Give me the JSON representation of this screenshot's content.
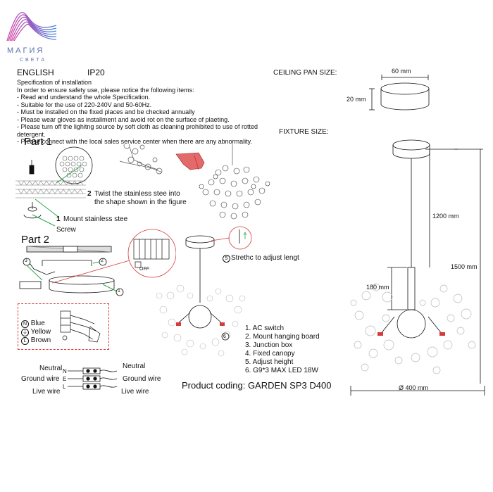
{
  "brand": {
    "name": "МАГИЯ",
    "sub": "СВЕТА"
  },
  "header": {
    "language": "ENGLISH",
    "rating": "IP20"
  },
  "spec": {
    "title": "Specification of installation",
    "intro": "In order to ensure safety use, please notice the following items:",
    "items": [
      "- Read and understand the whole Specification.",
      "- Suitable for the use of 220-240V and 50-60Hz.",
      "- Must be installed on the fixed places and be checked annually",
      "- Please wear gloves as installment and avoid rot on the surface of plaeting.",
      "- Please turn off the lighitng source by soft cloth as cleaning prohibited to use of rotted detergent.",
      "- Please connect with the local sales service center when there are any abnormality."
    ]
  },
  "part1": {
    "title": "Part 1",
    "step2": "Twist  the  stainless  stee  into",
    "step2b": "the shape shown in the figure",
    "step2num": "2",
    "step1": "Mount stainless stee",
    "step1num": "1",
    "screw": "Screw"
  },
  "part2": {
    "title": "Part 2",
    "off": "OFF",
    "callout3": "3",
    "callout2": "2",
    "callout1": "1",
    "callout5": "5",
    "callout6": "6",
    "adjust": "Strethc to adjust lengt"
  },
  "wiring": {
    "blue_sym": "N",
    "blue": "Blue",
    "yellow_sym": "⏚",
    "yellow": "Yellow",
    "brown_sym": "L",
    "brown": "Brown",
    "left_neutral": "Neutral",
    "left_ground": "Ground wire",
    "left_live": "Live wire",
    "right_neutral": "Neutral",
    "right_ground": "Ground wire",
    "right_live": "Live wire",
    "n": "N",
    "e": "E",
    "l": "L"
  },
  "parts_list": [
    "1. AC switch",
    "2. Mount hanging board",
    "3. Junction box",
    "4. Fixed canopy",
    "5. Adjust height",
    "6. G9*3 MAX LED 18W"
  ],
  "product": {
    "coding": "Product coding: GARDEN SP3 D400"
  },
  "dims": {
    "ceiling_label": "CEILING PAN  SIZE:",
    "ceiling_width": "60 mm",
    "ceiling_height": "20 mm",
    "fixture_label": "FIXTURE SIZE:",
    "cable": "1200 mm",
    "total": "1500 mm",
    "body": "180 mm",
    "diameter": "Ø 400 mm"
  },
  "colors": {
    "logo": "#5a6fb0",
    "callout_red": "#d63a3a",
    "green": "#2aa84a"
  }
}
